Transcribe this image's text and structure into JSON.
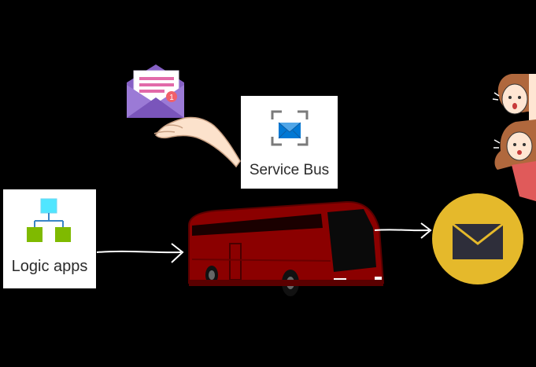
{
  "nodes": {
    "logic_apps": {
      "label": "Logic apps",
      "icon": "logic-apps-icon"
    },
    "service_bus": {
      "label": "Service Bus",
      "icon": "service-bus-icon"
    }
  },
  "decor": {
    "envelope_badge": "1",
    "envelope_icon": "open-envelope-icon",
    "hand": "hand-icon",
    "bus": "bus-icon",
    "mail_icon": "mail-icon",
    "people": "people-peeking-icon"
  },
  "colors": {
    "background": "#000000",
    "bus_body": "#8b0000",
    "mail_circle": "#e5b92b",
    "envelope_purple": "#8661c5",
    "logic_green": "#7fba00",
    "logic_cyan": "#50e6ff",
    "service_bus_blue": "#0078d4"
  }
}
